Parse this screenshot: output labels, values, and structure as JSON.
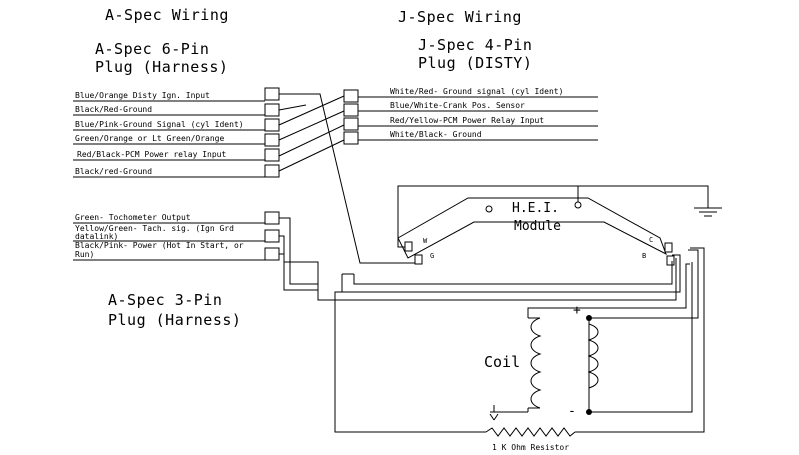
{
  "headings": {
    "a_spec_wiring": "A-Spec Wiring",
    "j_spec_wiring": "J-Spec Wiring",
    "a_spec_6pin_line1": "A-Spec 6-Pin",
    "a_spec_6pin_line2": "Plug (Harness)",
    "j_spec_4pin_line1": "J-Spec 4-Pin",
    "j_spec_4pin_line2": "Plug (DISTY)",
    "a_spec_3pin_line1": "A-Spec 3-Pin",
    "a_spec_3pin_line2": "Plug (Harness)"
  },
  "a_spec_6pin_wires": [
    "Blue/Orange Disty Ign. Input",
    "Black/Red-Ground",
    "Blue/Pink-Ground Signal (cyl Ident)",
    "Green/Orange or Lt Green/Orange",
    "Red/Black-PCM Power relay Input",
    "Black/red-Ground"
  ],
  "j_spec_4pin_wires": [
    "White/Red- Ground signal (cyl Ident)",
    "Blue/White-Crank Pos. Sensor",
    "Red/Yellow-PCM Power Relay Input",
    "White/Black- Ground"
  ],
  "a_spec_3pin_wires": [
    "Green- Tochometer Output",
    "Yellow/Green- Tach. sig. (Ign Grd",
    "datalink)",
    "Black/Pink- Power (Hot In Start, or",
    "Run)"
  ],
  "module": {
    "line1": "H.E.I.",
    "line2": "Module",
    "pin_w": "W",
    "pin_g": "G",
    "pin_c": "C",
    "pin_b": "B"
  },
  "coil": {
    "label": "Coil",
    "plus": "+",
    "minus": "-"
  },
  "resistor_label": "1 K Ohm Resistor"
}
